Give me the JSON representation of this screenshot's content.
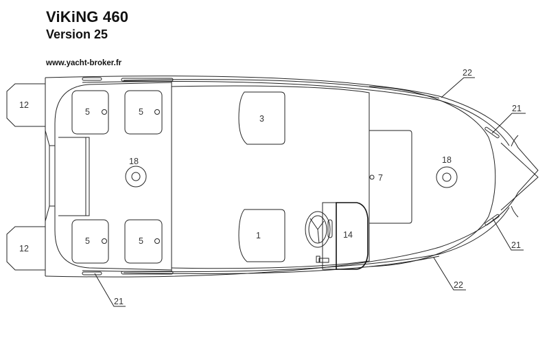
{
  "header": {
    "title": "ViKiNG 460",
    "subtitle": "Version 25",
    "website": "www.yacht-broker.fr"
  },
  "diagram": {
    "type": "boat deck plan (top view)",
    "labels": {
      "seat_front_right": "1",
      "seat_front_left": "3",
      "stern_lockers": [
        "5",
        "5",
        "5",
        "5"
      ],
      "console_mark": "7",
      "outboard_pods": [
        "12",
        "12"
      ],
      "console": "14",
      "drain_aft": "18",
      "drain_bow": "18",
      "cleat_callouts": [
        "21",
        "21",
        "21"
      ],
      "rubrail_callouts": [
        "22",
        "22"
      ]
    }
  }
}
